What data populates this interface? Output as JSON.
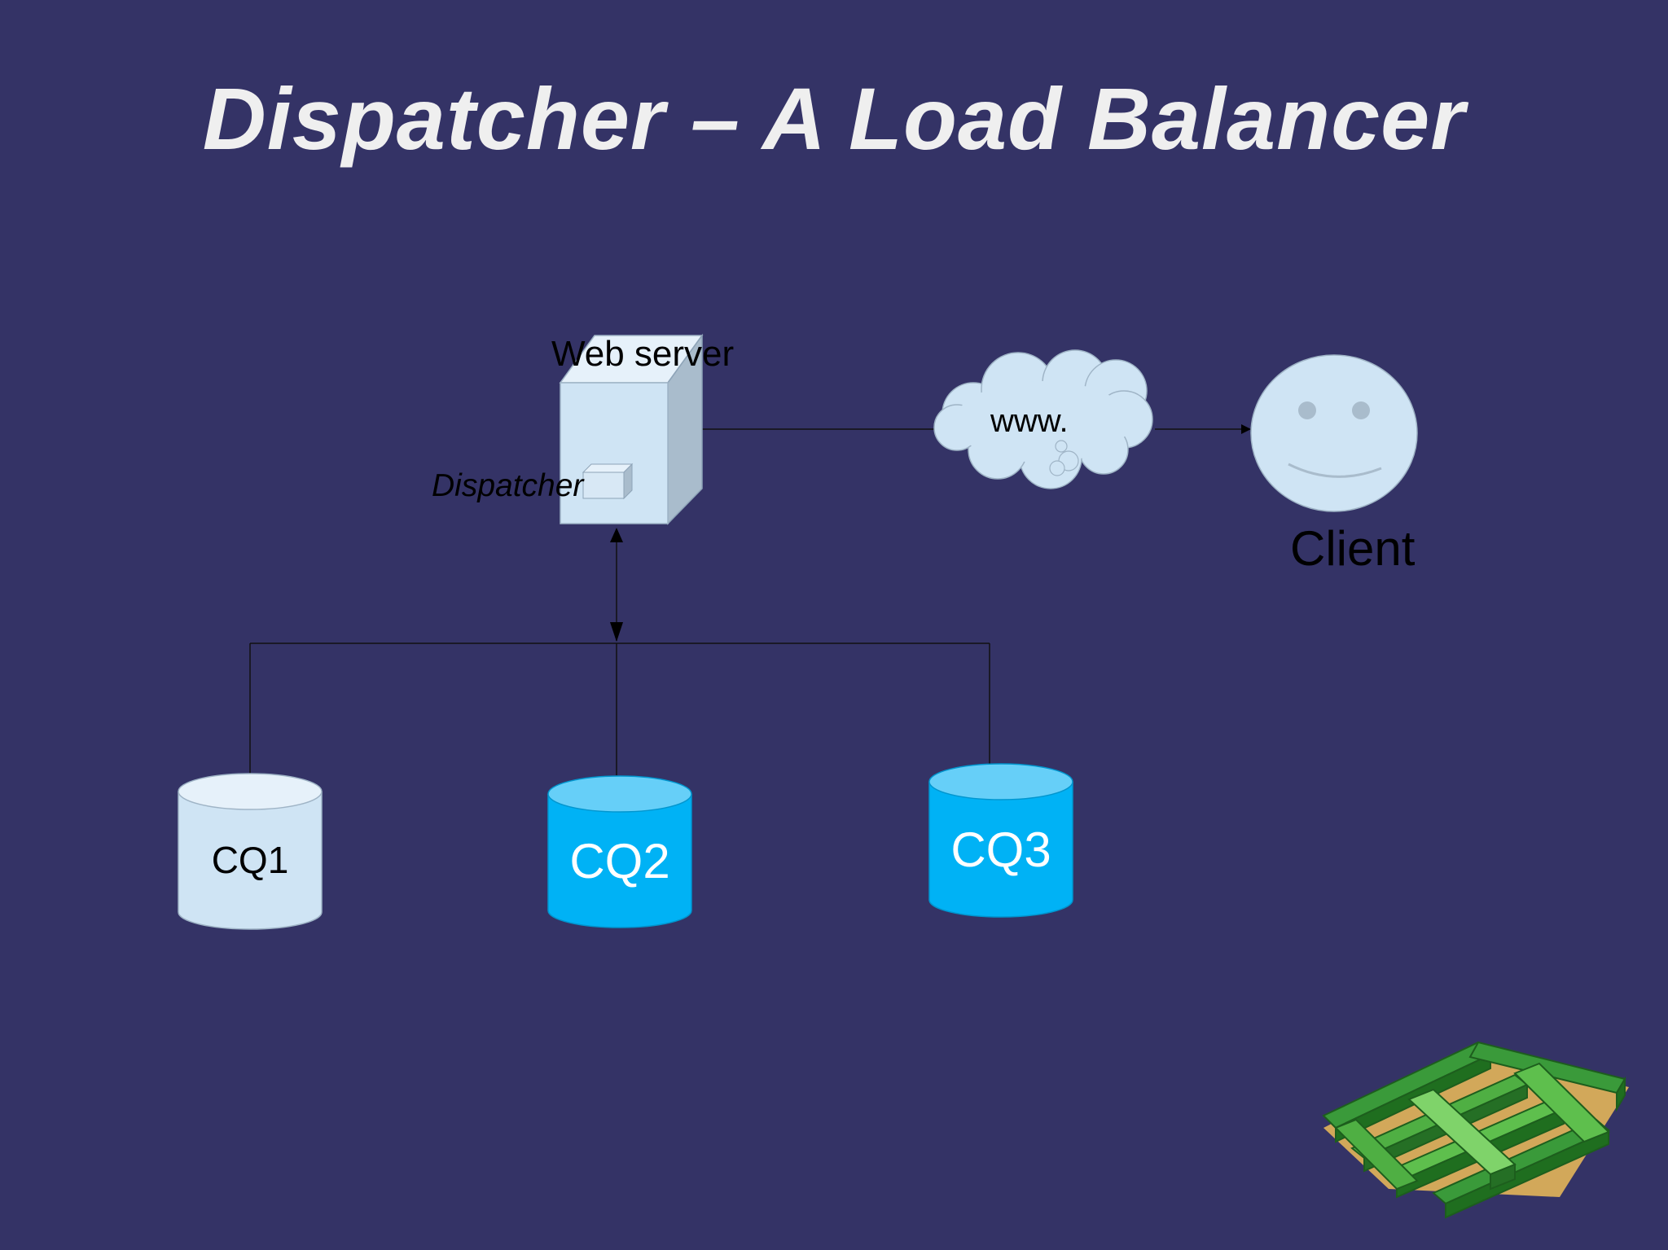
{
  "slide": {
    "title": "Dispatcher – A Load Balancer"
  },
  "diagram": {
    "web_server": {
      "label": "Web server",
      "dispatcher_label": "Dispatcher"
    },
    "cloud": {
      "label": "www."
    },
    "client": {
      "label": "Client"
    },
    "queues": [
      {
        "label": "CQ1"
      },
      {
        "label": "CQ2"
      },
      {
        "label": "CQ3"
      }
    ]
  },
  "colors": {
    "background": "#343366",
    "light_shape": "#cfe4f4",
    "queue_active": "#00b2f5",
    "queue_active_top": "#66cff8",
    "maze_green": "#2e8f2e"
  }
}
